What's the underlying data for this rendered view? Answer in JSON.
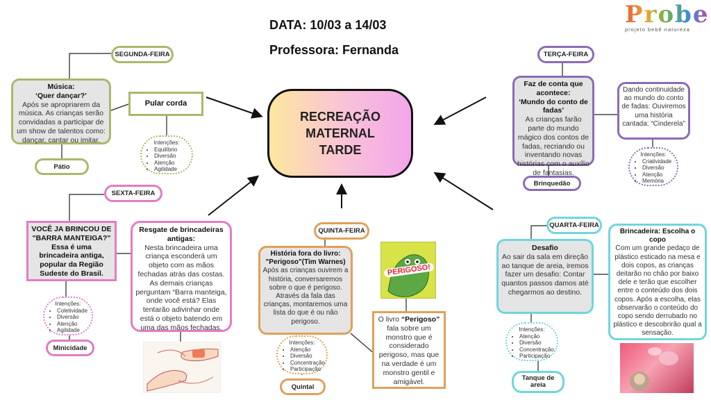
{
  "header": {
    "date": "DATA: 10/03 a 14/03",
    "teacher": "Professora: Fernanda"
  },
  "logo": {
    "name": "Proben",
    "tagline": "projeto bebê natureza"
  },
  "center": {
    "title": "RECREAÇÃO MATERNAL TARDE"
  },
  "monday": {
    "day": "SEGUNDA-FEIRA",
    "activity_title": "Música:",
    "activity_subtitle": "‘Quer dançar?’",
    "activity_text": "Após se apropriarem da música. As crianças serão convidadas a participar de um show de talentos como: dançar, cantar ou imitar.",
    "extra": "Pular corda",
    "place": "Pátio",
    "intentions_title": "Intenções:",
    "intentions": [
      "Equilíbrio",
      "Diversão",
      "Atenção",
      "Agilidade"
    ]
  },
  "tuesday": {
    "day": "TERÇA-FEIRA",
    "activity_title": "Faz de conta que acontece:",
    "activity_subtitle": "‘Mundo do conto de fadas’",
    "activity_text": "As crianças farão parte do mundo mágico dos contos de fadas, recriando ou inventando novas histórias com o auxílio de fantasias.",
    "extra": "Dando continuidade ao mundo do conto de fadas: Ouviremos uma história cantada: “Cinderela”",
    "place": "Brinquedão",
    "intentions_title": "Intenções:",
    "intentions": [
      "Criatividade",
      "Diversão",
      "Atenção",
      "Memória"
    ]
  },
  "friday": {
    "day": "SEXTA-FEIRA",
    "activity_title": "VOCÊ JA BRINCOU DE \"BARRA MANTEIGA?\"",
    "activity_text": "Essa é uma brincadeira antiga, popular da Região Sudeste do Brasil.",
    "extra_title": "Resgate de brincadeiras antigas:",
    "extra_text": "Nesta brincadeira uma criança esconderá um objeto com as mãos fechadas atrás das costas. As demais crianças perguntam “Barra manteiga, onde você está? Elas tentarão adivinhar onde está o objeto batendo em uma das mãos fechadas.",
    "place": "Minicidade",
    "intentions_title": "Intenções:",
    "intentions": [
      "Coletividade",
      "Diversão",
      "Atenção",
      "Agilidade"
    ]
  },
  "thursday": {
    "day": "QUINTA-FEIRA",
    "activity_title": "História fora do livro: \"Perigoso\"(Tim Warnes)",
    "activity_text": "Após as crianças ouvirem a história, conversaremos sobre o que é perigoso. Através da fala das crianças, montaremos uma lista do que é ou não perigoso.",
    "book_pre": "O livro",
    "book_title": "“Perigoso”",
    "book_text": "fala sobre um monstro que é considerado perigoso, mas que na verdade é um monstro gentil e amigável.",
    "book_cover": "PERIGOSO!",
    "place": "Quintal",
    "intentions_title": "Intenções:",
    "intentions": [
      "Atenção",
      "Diversão",
      "Concentração",
      "Participação"
    ]
  },
  "wednesday": {
    "day": "QUARTA-FEIRA",
    "activity_title": "Desafio",
    "activity_text": "Ao sair da sala em direção ao tanque de areia, iremos fazer um desafio: Contar quantos passos damos até chegarmos ao destino.",
    "extra_title": "Brincadeira: Escolha o copo",
    "extra_text": "Com um grande pedaço de plástico esticado na mesa e dois copos, as crianças deitarão no chão por baixo dele e terão que escolher entre o conteúdo dos dois copos. Após a escolha, elas observarão o conteúdo do copo sendo derrubado no plástico e descobrirão qual a sensação.",
    "place": "Tanque de areia",
    "intentions_title": "Intenções:",
    "intentions": [
      "Atenção",
      "Diversão",
      "Concentração",
      "Participação"
    ]
  },
  "colors": {
    "green": "#a9b86a",
    "purple": "#8c6bb5",
    "pink": "#e27cc5",
    "orange": "#e0a05a",
    "cyan": "#6fd6dc",
    "gray_fill": "#e3e3e3"
  }
}
